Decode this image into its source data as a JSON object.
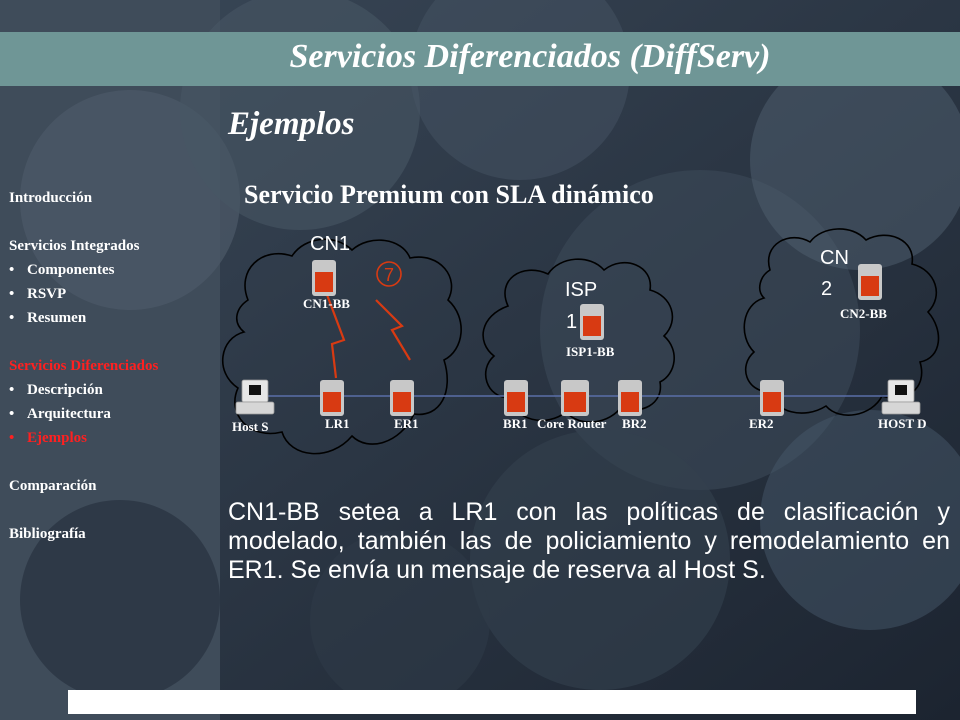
{
  "slide": {
    "title": "Servicios Diferenciados (DiffServ)",
    "section_heading": "Ejemplos",
    "description": "CN1-BB setea a LR1 con las políticas de clasificación y modelado, también las de policiamiento y remodelamiento en ER1. Se envía un mensaje de reserva al Host S."
  },
  "nav": {
    "items": [
      {
        "label": "Introducción",
        "sub": false,
        "current": false
      },
      {
        "label": "",
        "gap": true
      },
      {
        "label": "Servicios Integrados",
        "sub": false,
        "current": false
      },
      {
        "label": "Componentes",
        "sub": true,
        "current": false
      },
      {
        "label": "RSVP",
        "sub": true,
        "current": false
      },
      {
        "label": "Resumen",
        "sub": true,
        "current": false
      },
      {
        "label": "",
        "gap": true
      },
      {
        "label": "Servicios Diferenciados",
        "sub": false,
        "current": true
      },
      {
        "label": "Descripción",
        "sub": true,
        "current": false
      },
      {
        "label": "Arquitectura",
        "sub": true,
        "current": false
      },
      {
        "label": "Ejemplos",
        "sub": true,
        "current": true
      },
      {
        "label": "",
        "gap": true
      },
      {
        "label": "Comparación",
        "sub": false,
        "current": false
      },
      {
        "label": "",
        "gap": true
      },
      {
        "label": "Bibliografía",
        "sub": false,
        "current": false
      }
    ]
  },
  "diagram": {
    "title": "Servicio Premium con SLA dinámico",
    "step_number": "7",
    "clouds": {
      "cn1": "CN1",
      "isp1_line1": "ISP",
      "isp1_line2": "1",
      "cn2_line1": "CN",
      "cn2_line2": "2"
    },
    "nodes": {
      "cn1_bb": "CN1-BB",
      "isp1_bb": "ISP1-BB",
      "cn2_bb": "CN2-BB",
      "host_s": "Host S",
      "lr1": "LR1",
      "er1": "ER1",
      "br1": "BR1",
      "core_router": "Core Router",
      "br2": "BR2",
      "er2": "ER2",
      "host_d": "HOST D"
    },
    "colors": {
      "router": "#d83a12",
      "router_frame": "#c8c8c8",
      "link": "#5a6fa8",
      "signal": "#d83a12",
      "cloud": "#000000"
    }
  }
}
